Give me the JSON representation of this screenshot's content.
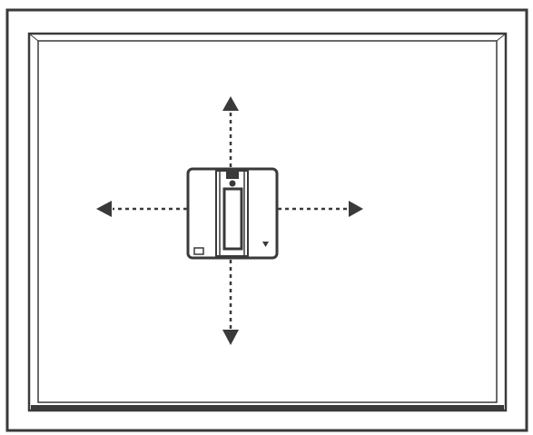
{
  "diagram": {
    "colors": {
      "background": "#ffffff",
      "line": "#3a3a3a",
      "device_body": "#ffffff"
    },
    "parts": {
      "outer_frame": "window-frame",
      "inner_frame": "window-sash",
      "glass": "window-pane",
      "device": "window-cleaning-robot",
      "arrows": [
        "arrow-up",
        "arrow-down",
        "arrow-left",
        "arrow-right"
      ]
    }
  }
}
